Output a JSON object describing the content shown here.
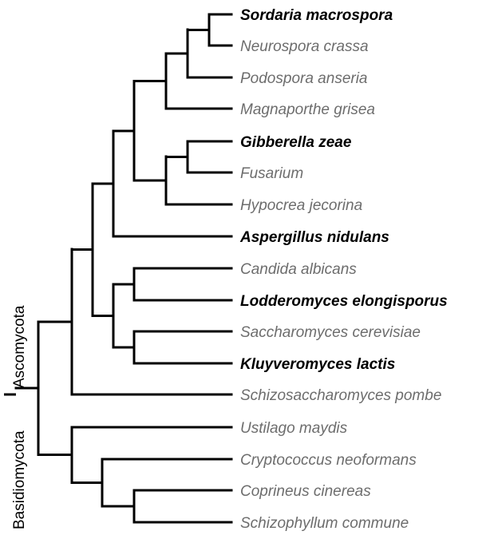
{
  "taxa": [
    {
      "name": "Sordaria macrospora",
      "bold": true
    },
    {
      "name": "Neurospora crassa",
      "bold": false
    },
    {
      "name": "Podospora anseria",
      "bold": false
    },
    {
      "name": "Magnaporthe grisea",
      "bold": false
    },
    {
      "name": "Gibberella zeae",
      "bold": true
    },
    {
      "name": "Fusarium",
      "bold": false
    },
    {
      "name": "Hypocrea jecorina",
      "bold": false
    },
    {
      "name": "Aspergillus nidulans",
      "bold": true
    },
    {
      "name": "Candida albicans",
      "bold": false
    },
    {
      "name": "Lodderomyces elongisporus",
      "bold": true
    },
    {
      "name": "Saccharomyces cerevisiae",
      "bold": false
    },
    {
      "name": "Kluyveromyces lactis",
      "bold": true
    },
    {
      "name": "Schizosaccharomyces pombe",
      "bold": false
    },
    {
      "name": "Ustilago maydis",
      "bold": false
    },
    {
      "name": "Cryptococcus neoformans",
      "bold": false
    },
    {
      "name": "Coprineus cinereas",
      "bold": false
    },
    {
      "name": "Schizophyllum commune",
      "bold": false
    }
  ],
  "groups": {
    "ascomycota": "Ascomycota",
    "basidiomycota": "Basidiomycota"
  },
  "colors": {
    "branch": "#000000",
    "highlight_label": "#000000",
    "normal_label": "#6d6d6d"
  }
}
